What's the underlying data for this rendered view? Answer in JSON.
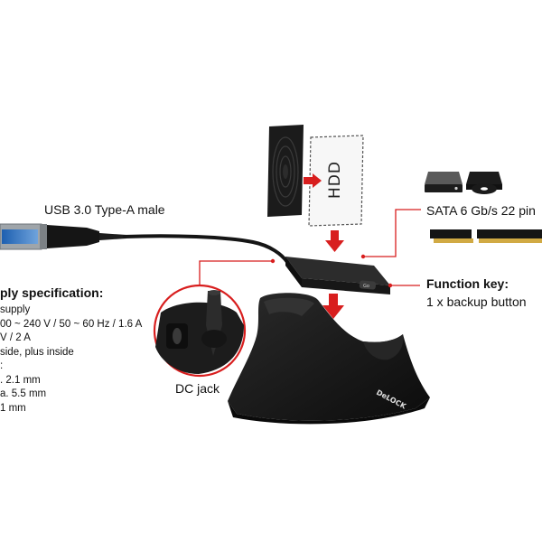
{
  "labels": {
    "usb": "USB 3.0 Type-A male",
    "sata": "SATA 6 Gb/s 22 pin",
    "function_key_title": "Function key:",
    "function_key_desc": "1 x backup button",
    "dc_jack": "DC jack",
    "hdd": "HDD",
    "brand": "DeLOCK"
  },
  "power_spec": {
    "title": "ply specification:",
    "lines": [
      "supply",
      "00 ~ 240 V / 50 ~ 60 Hz / 1.6 A",
      "V / 2 A",
      "side, plus inside",
      ":",
      ". 2.1 mm",
      "a. 5.5 mm",
      "1 mm"
    ]
  },
  "colors": {
    "accent": "#d81e1e",
    "device": "#161616"
  }
}
